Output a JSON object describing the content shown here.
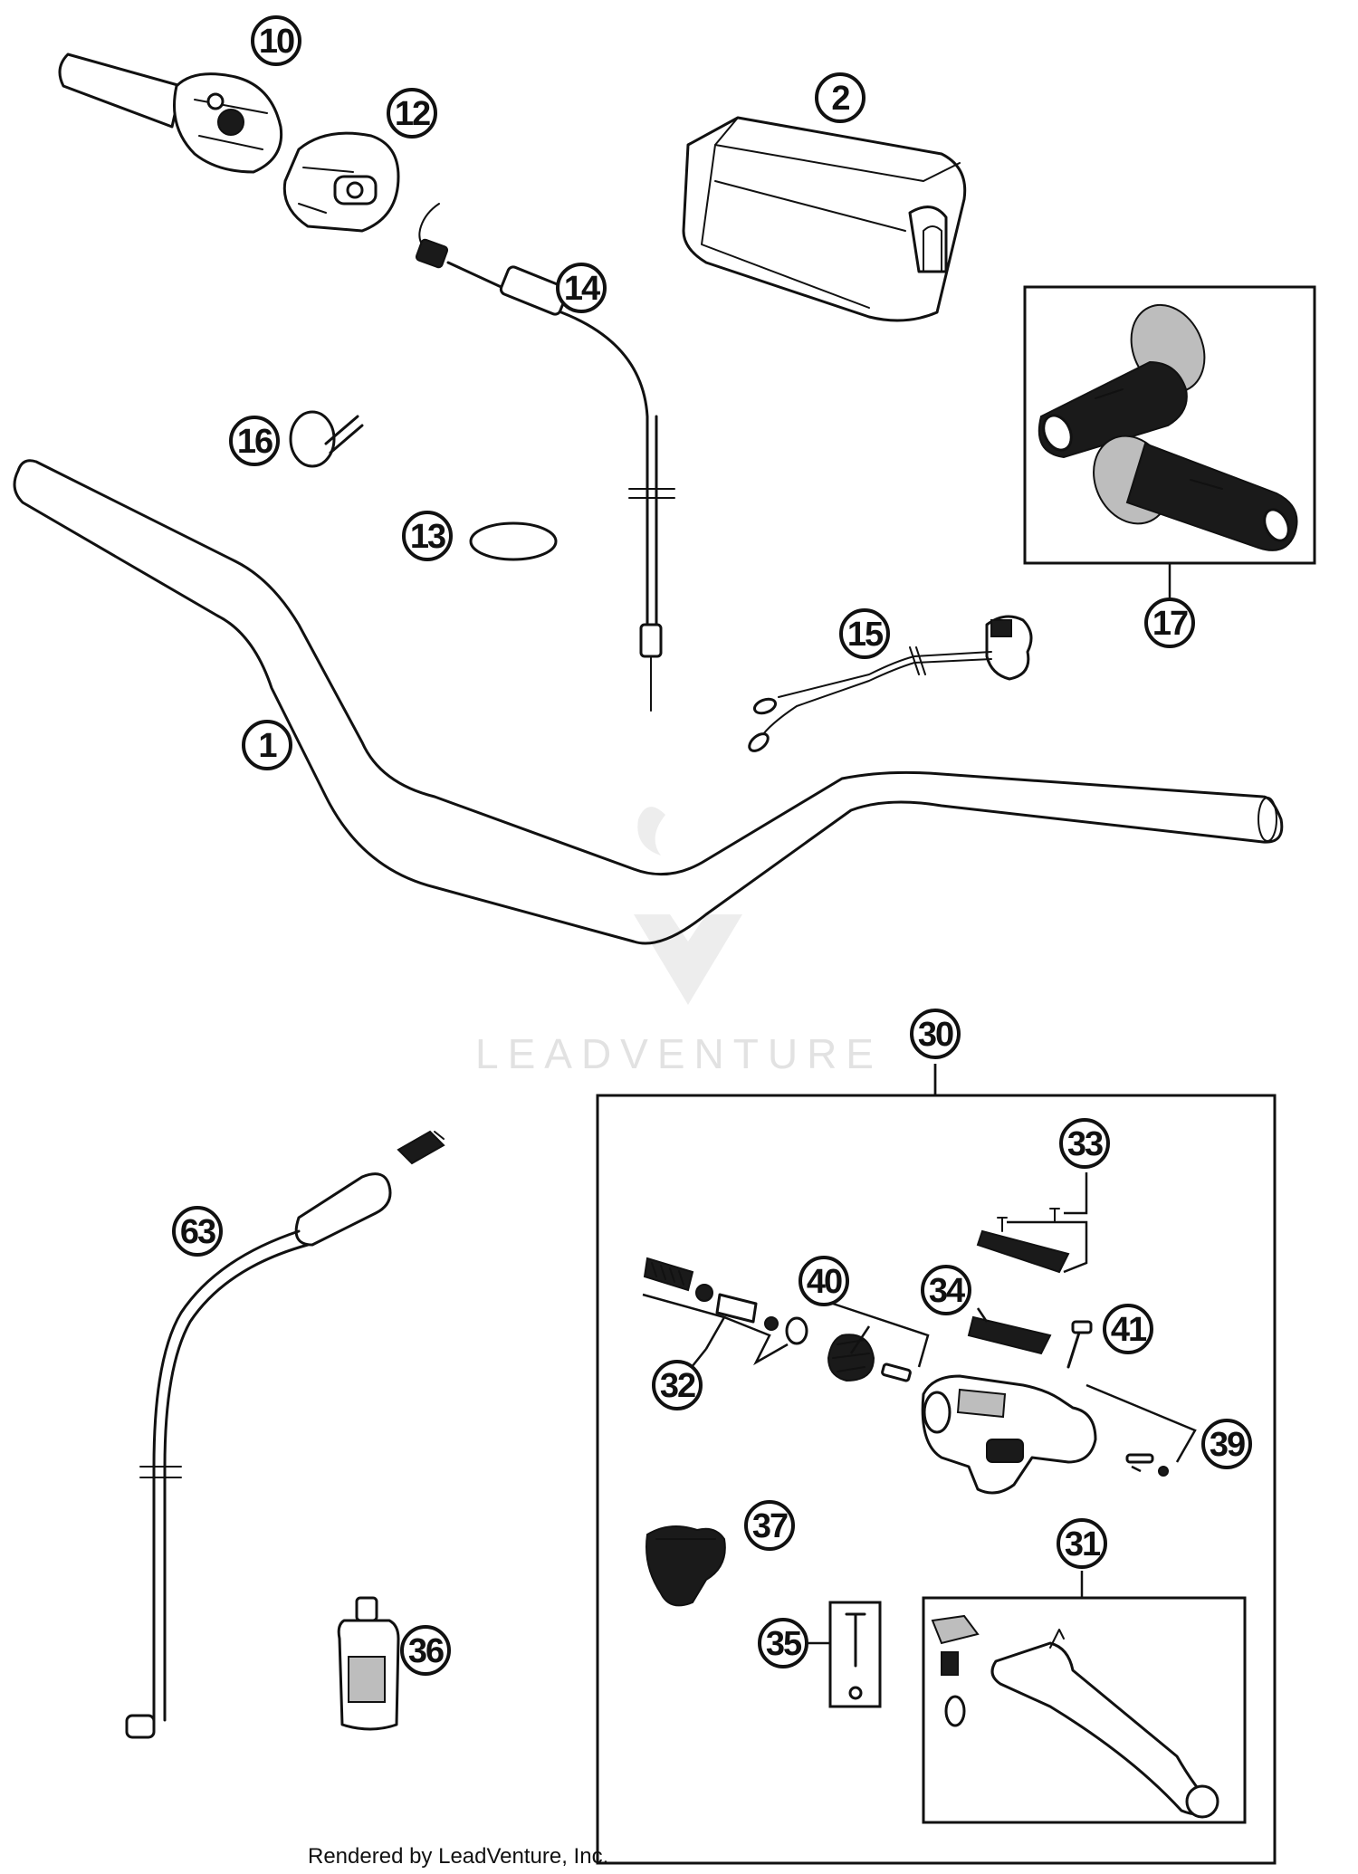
{
  "watermark": {
    "brand": "LEADVENTURE"
  },
  "footer": {
    "credit": "Rendered by LeadVenture, Inc."
  },
  "callouts": [
    {
      "id": "c1",
      "label": "1"
    },
    {
      "id": "c2",
      "label": "2"
    },
    {
      "id": "c10",
      "label": "10"
    },
    {
      "id": "c12",
      "label": "12"
    },
    {
      "id": "c13",
      "label": "13"
    },
    {
      "id": "c14",
      "label": "14"
    },
    {
      "id": "c15",
      "label": "15"
    },
    {
      "id": "c16",
      "label": "16"
    },
    {
      "id": "c17",
      "label": "17"
    },
    {
      "id": "c30",
      "label": "30"
    },
    {
      "id": "c31",
      "label": "31"
    },
    {
      "id": "c32",
      "label": "32"
    },
    {
      "id": "c33",
      "label": "33"
    },
    {
      "id": "c34",
      "label": "34"
    },
    {
      "id": "c35",
      "label": "35"
    },
    {
      "id": "c36",
      "label": "36"
    },
    {
      "id": "c37",
      "label": "37"
    },
    {
      "id": "c39",
      "label": "39"
    },
    {
      "id": "c40",
      "label": "40"
    },
    {
      "id": "c41",
      "label": "41"
    },
    {
      "id": "c63",
      "label": "63"
    }
  ],
  "colors": {
    "line": "#111111",
    "watermark": "#e2e2e2",
    "background": "#ffffff"
  }
}
